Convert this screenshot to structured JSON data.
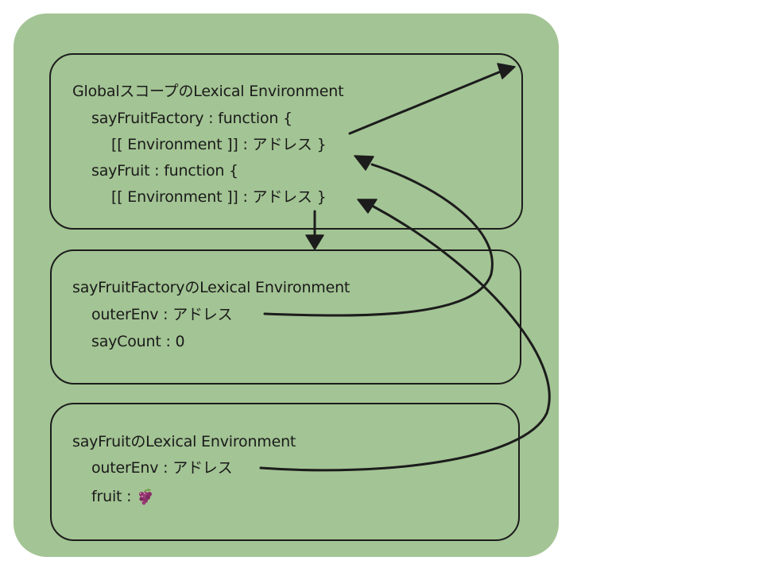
{
  "global_env": {
    "title": "GlobalスコープのLexical Environment",
    "line_1": "sayFruitFactory : function {",
    "line_2": "[[ Environment ]] : アドレス }",
    "line_3": "sayFruit : function {",
    "line_4": "[[ Environment ]] : アドレス }"
  },
  "factory_env": {
    "title": "sayFruitFactoryのLexical Environment",
    "outer_env": "outerEnv : アドレス",
    "say_count": "sayCount : 0"
  },
  "fruit_env": {
    "title": "sayFruitのLexical Environment",
    "outer_env": "outerEnv : アドレス",
    "fruit_label": "fruit : ",
    "fruit_icon": "grapes-icon"
  },
  "colors": {
    "panel": "#a3c494",
    "stroke": "#1c1c1c"
  }
}
